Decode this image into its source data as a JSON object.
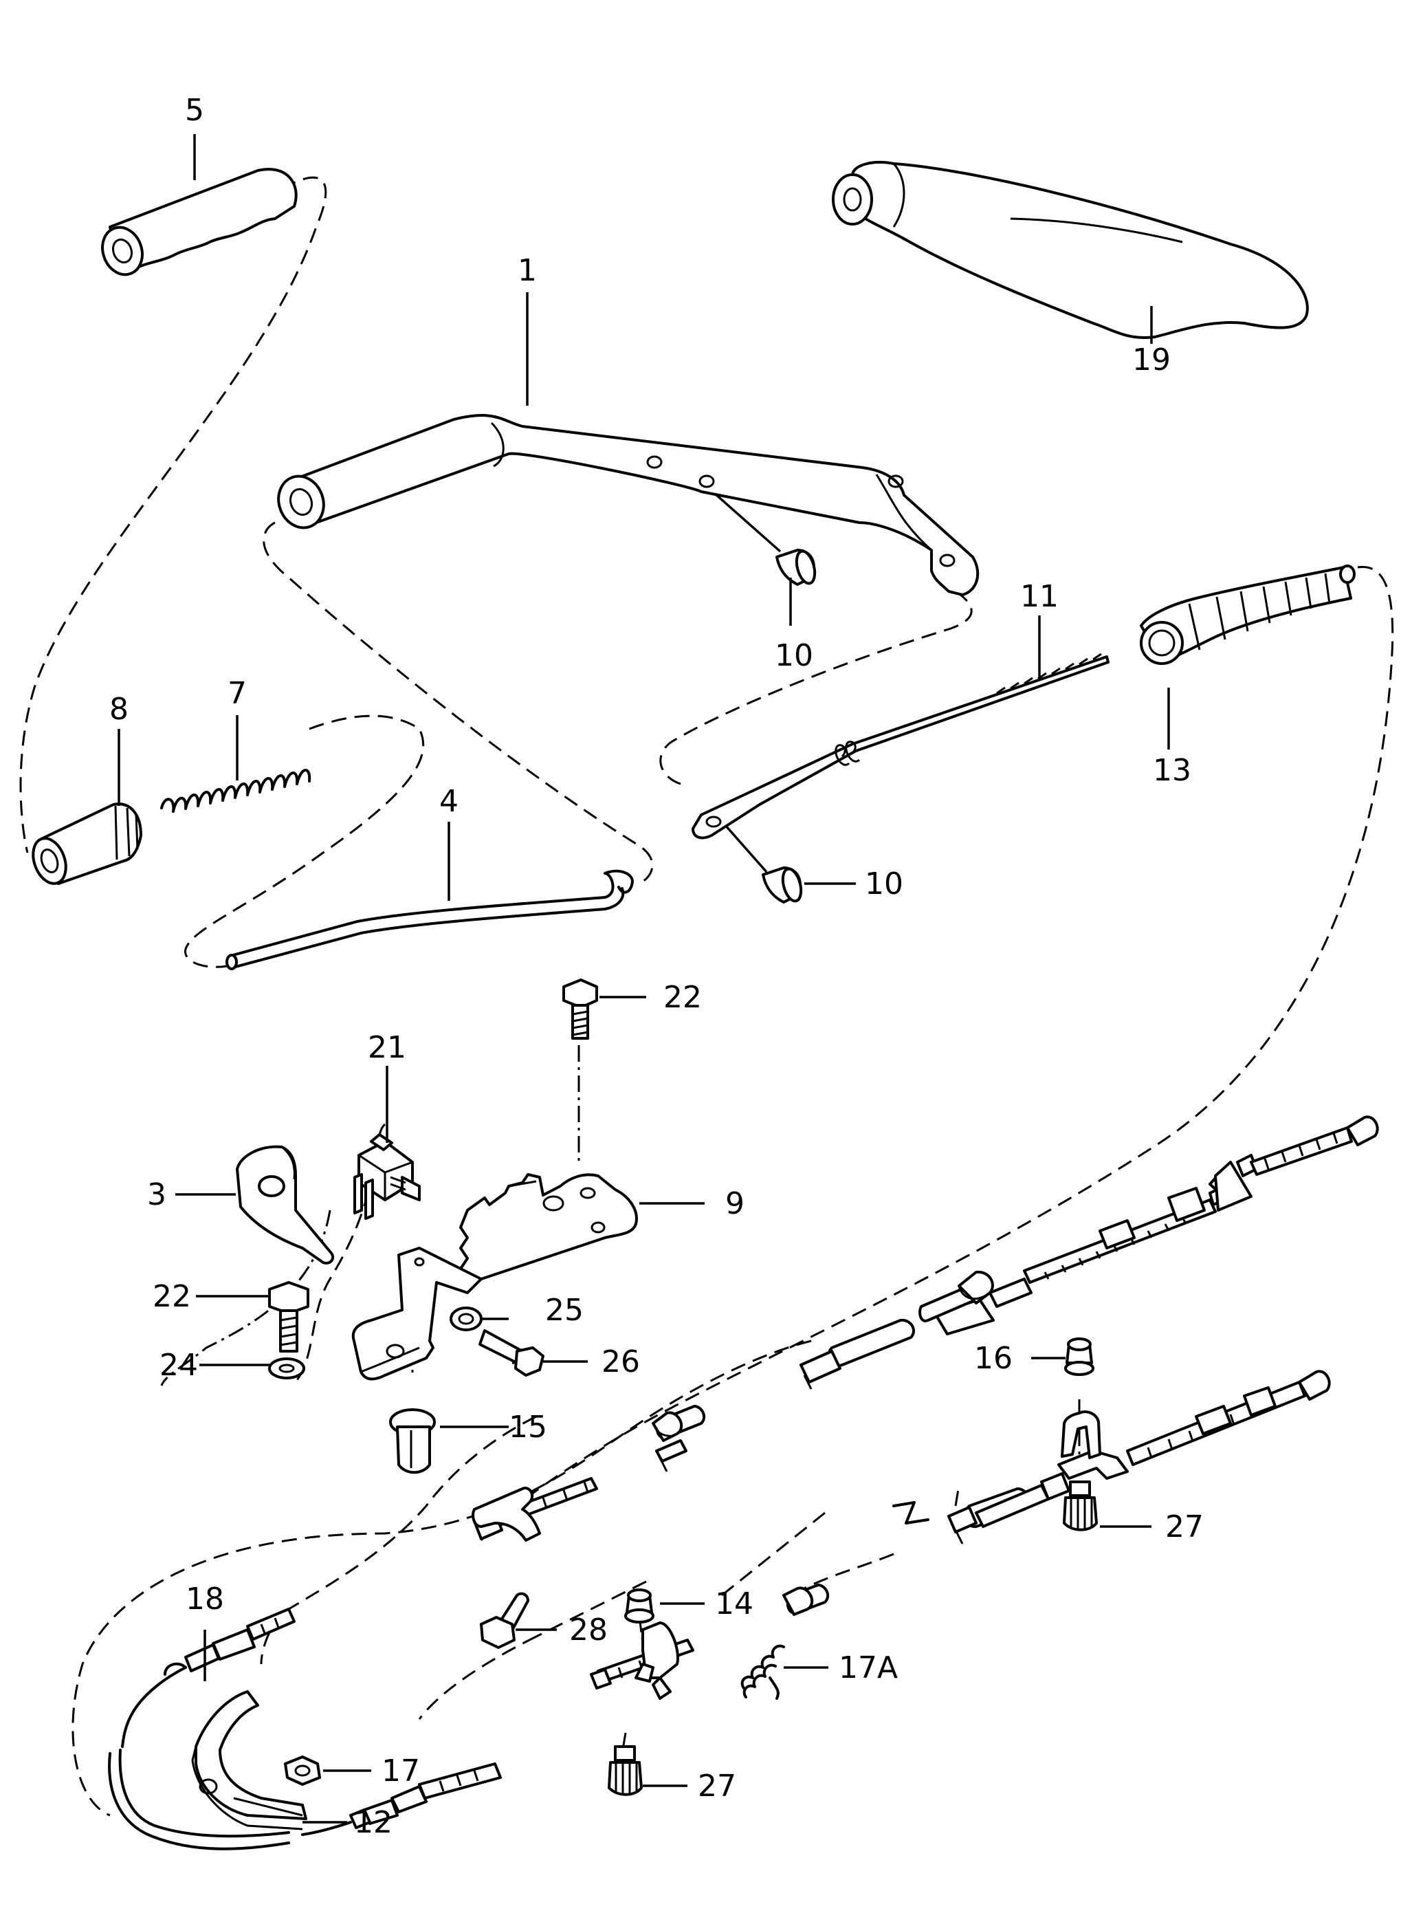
{
  "labels": {
    "l1": "1",
    "l3": "3",
    "l4": "4",
    "l5": "5",
    "l7": "7",
    "l8": "8",
    "l9": "9",
    "l10a": "10",
    "l10b": "10",
    "l11": "11",
    "l12": "12",
    "l13": "13",
    "l14": "14",
    "l15": "15",
    "l16": "16",
    "l17": "17",
    "l17a": "17A",
    "l18": "18",
    "l19": "19",
    "l21": "21",
    "l22a": "22",
    "l22b": "22",
    "l24": "24",
    "l25": "25",
    "l26": "26",
    "l27a": "27",
    "l27b": "27",
    "l28": "28"
  },
  "colors": {
    "line": "#000000",
    "background": "#ffffff"
  }
}
